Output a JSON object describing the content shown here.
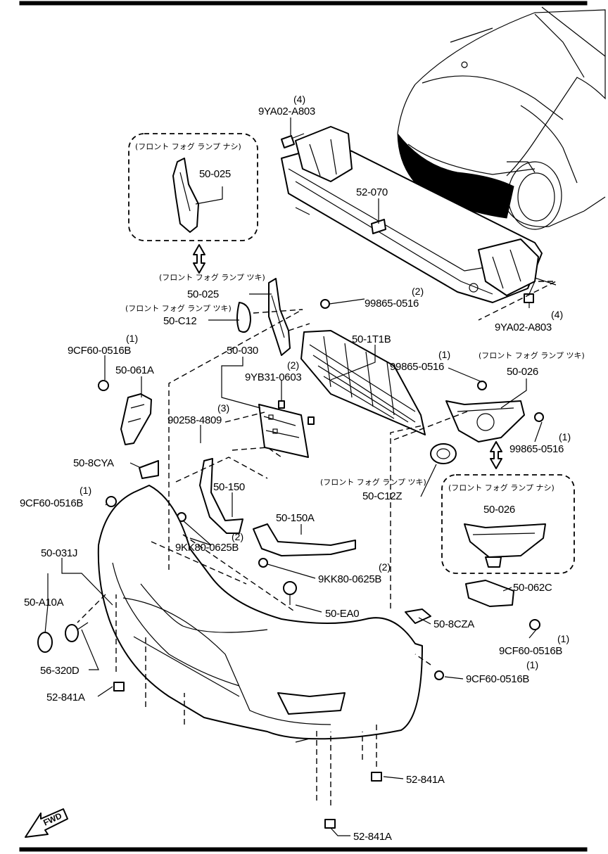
{
  "callouts": [
    {
      "id": "9YA02-A803-top",
      "code": "9YA02-A803",
      "qty": "(4)"
    },
    {
      "id": "52-070",
      "code": "52-070",
      "qty": ""
    },
    {
      "id": "9YA02-A803-right",
      "code": "9YA02-A803",
      "qty": "(4)"
    },
    {
      "id": "50-025-box",
      "code": "50-025",
      "qty": ""
    },
    {
      "id": "50-025",
      "code": "50-025",
      "qty": ""
    },
    {
      "id": "99865-0516-top",
      "code": "99865-0516",
      "qty": "(2)"
    },
    {
      "id": "50-C12",
      "code": "50-C12",
      "qty": ""
    },
    {
      "id": "50-1T1B",
      "code": "50-1T1B",
      "qty": ""
    },
    {
      "id": "9CF60-0516B-left",
      "code": "9CF60-0516B",
      "qty": "(1)"
    },
    {
      "id": "50-061A",
      "code": "50-061A",
      "qty": ""
    },
    {
      "id": "50-030",
      "code": "50-030",
      "qty": ""
    },
    {
      "id": "9YB31-0603",
      "code": "9YB31-0603",
      "qty": "(2)"
    },
    {
      "id": "99865-0516-mid",
      "code": "99865-0516",
      "qty": "(1)"
    },
    {
      "id": "50-026",
      "code": "50-026",
      "qty": ""
    },
    {
      "id": "90258-4809",
      "code": "90258-4809",
      "qty": "(3)"
    },
    {
      "id": "99865-0516-right",
      "code": "99865-0516",
      "qty": "(1)"
    },
    {
      "id": "50-8CYA",
      "code": "50-8CYA",
      "qty": ""
    },
    {
      "id": "9CF60-0516B-mid",
      "code": "9CF60-0516B",
      "qty": "(1)"
    },
    {
      "id": "50-150",
      "code": "50-150",
      "qty": ""
    },
    {
      "id": "50-C12Z",
      "code": "50-C12Z",
      "qty": ""
    },
    {
      "id": "50-026-box",
      "code": "50-026",
      "qty": ""
    },
    {
      "id": "50-031J",
      "code": "50-031J",
      "qty": ""
    },
    {
      "id": "50-150A",
      "code": "50-150A",
      "qty": ""
    },
    {
      "id": "9KK80-0625B-left",
      "code": "9KK80-0625B",
      "qty": "(2)"
    },
    {
      "id": "9KK80-0625B-right",
      "code": "9KK80-0625B",
      "qty": "(2)"
    },
    {
      "id": "50-062C",
      "code": "50-062C",
      "qty": ""
    },
    {
      "id": "50-A10A",
      "code": "50-A10A",
      "qty": ""
    },
    {
      "id": "50-EA0",
      "code": "50-EA0",
      "qty": ""
    },
    {
      "id": "50-8CZA",
      "code": "50-8CZA",
      "qty": ""
    },
    {
      "id": "9CF60-0516B-right",
      "code": "9CF60-0516B",
      "qty": "(1)"
    },
    {
      "id": "56-320D",
      "code": "56-320D",
      "qty": ""
    },
    {
      "id": "9CF60-0516B-low",
      "code": "9CF60-0516B",
      "qty": "(1)"
    },
    {
      "id": "52-841A-left",
      "code": "52-841A",
      "qty": ""
    },
    {
      "id": "52-841A-mid",
      "code": "52-841A",
      "qty": ""
    },
    {
      "id": "52-841A-bottom",
      "code": "52-841A",
      "qty": ""
    }
  ],
  "notes": {
    "box_left": "(フロント フォグ ランプ ナシ)",
    "tsuki_1": "(フロント フォグ ランプ ツキ)",
    "tsuki_2": "(フロント フォグ ランプ ツキ)",
    "tsuki_3": "(フロント フォグ ランプ ツキ)",
    "tsuki_4": "(フロント フォグ ランプ ツキ)",
    "box_right": "(フロント フォグ ランプ ナシ)"
  },
  "fwd_label": "FWD"
}
